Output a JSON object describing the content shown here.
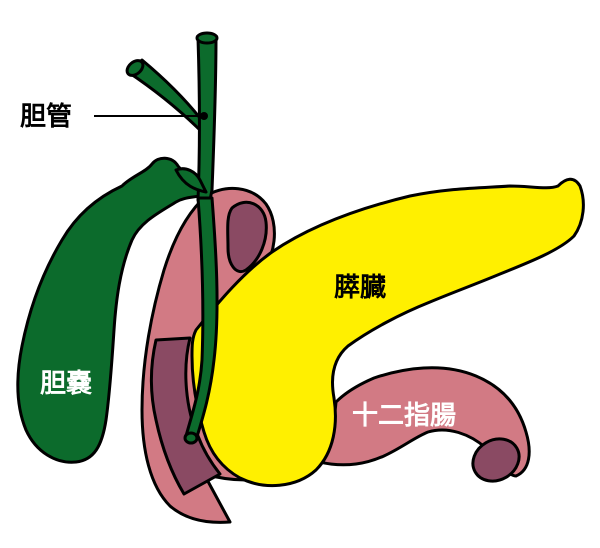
{
  "labels": {
    "bile_duct": "胆管",
    "gallbladder": "胆嚢",
    "pancreas": "膵臓",
    "duodenum": "十二指腸"
  },
  "colors": {
    "background": "#ffffff",
    "outline": "#000000",
    "gallbladder_and_duct": "#0c6b2c",
    "pancreas": "#fff000",
    "duodenum": "#d27a84",
    "duodenum_lumen": "#8a4a63",
    "label_on_light": "#000000",
    "label_on_dark": "#ffffff"
  }
}
